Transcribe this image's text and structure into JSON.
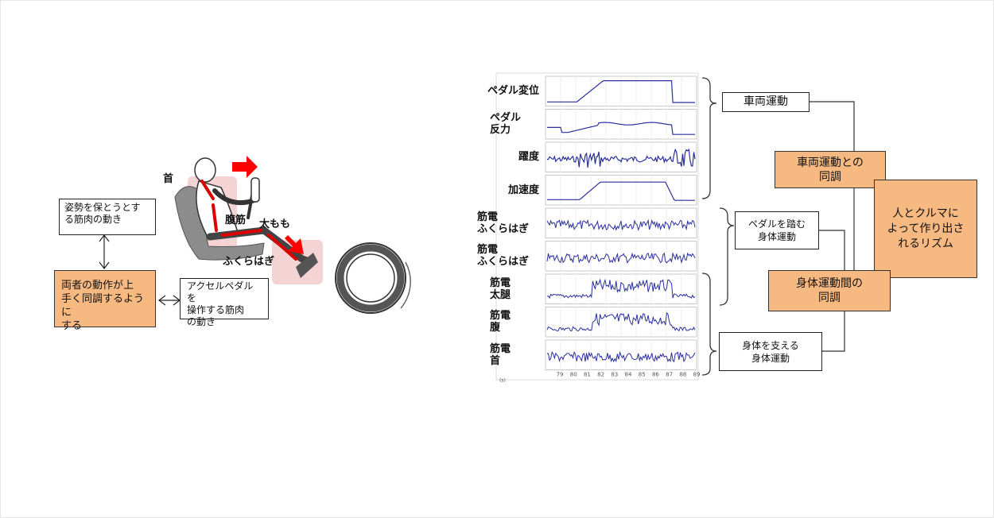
{
  "left": {
    "labels": {
      "neck": "首",
      "abdomen": "腹筋",
      "thigh": "太もも",
      "calf": "ふくらはぎ"
    },
    "box_posture": [
      "姿勢を保とうとす",
      "る筋肉の動き"
    ],
    "box_sync": [
      "両者の動作が上",
      "手く同調するように",
      "する"
    ],
    "box_accel": [
      "アクセルペダルを",
      "操作する筋肉",
      "の動き"
    ]
  },
  "graph": {
    "rows": [
      {
        "label": [
          "ペダル変位"
        ]
      },
      {
        "label": [
          "ペダル",
          "反力"
        ]
      },
      {
        "label": [
          "躍度"
        ]
      },
      {
        "label": [
          "加速度"
        ]
      },
      {
        "label": [
          "筋電",
          "ふくらはぎ"
        ]
      },
      {
        "label": [
          "筋電",
          "ふくらはぎ"
        ]
      },
      {
        "label": [
          "筋電",
          "太腿"
        ]
      },
      {
        "label": [
          "筋電",
          "腹"
        ]
      },
      {
        "label": [
          "筋電",
          "首"
        ]
      }
    ],
    "x_ticks": [
      "79",
      "80",
      "81",
      "82",
      "83",
      "84",
      "85",
      "86",
      "87",
      "88",
      "89"
    ],
    "x_unit": "(s)"
  },
  "right": {
    "vehicle_motion": "車両運動",
    "sync_vehicle": [
      "車両運動との",
      "同調"
    ],
    "pedal_body": [
      "ペダルを踏む",
      "身体運動"
    ],
    "sync_body": [
      "身体運動間の",
      "同調"
    ],
    "support_body": [
      "身体を支える",
      "身体運動"
    ],
    "rhythm": [
      "人とクルマに",
      "よって作り出さ",
      "れるリズム"
    ]
  }
}
